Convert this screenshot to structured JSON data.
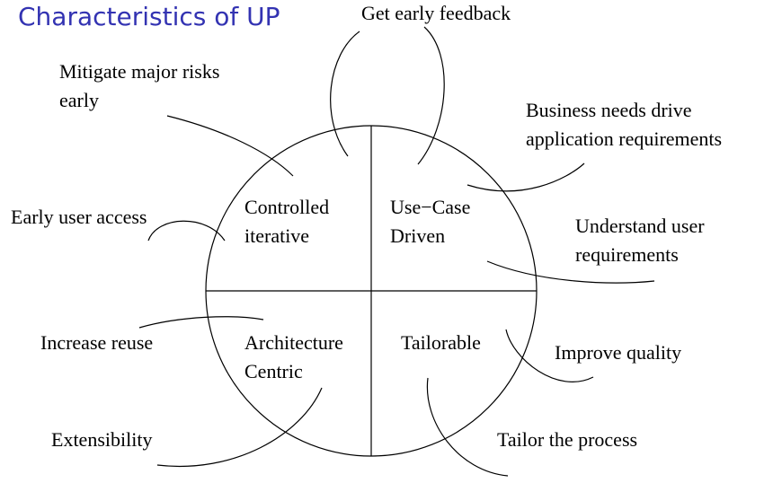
{
  "title": "Characteristics of UP",
  "colors": {
    "title": "#3333b2",
    "lines": "#000000"
  },
  "quadrants": {
    "top_left": {
      "line1": "Controlled",
      "line2": "iterative"
    },
    "top_right": {
      "line1": "Use−Case",
      "line2": "Driven"
    },
    "bottom_left": {
      "line1": "Architecture",
      "line2": "Centric"
    },
    "bottom_right": {
      "line1": "Tailorable"
    }
  },
  "callouts": {
    "get_early_feedback": {
      "line1": "Get early feedback"
    },
    "mitigate_risks": {
      "line1": "Mitigate major risks",
      "line2": "early"
    },
    "business_needs": {
      "line1": "Business needs drive",
      "line2": "application requirements"
    },
    "early_user_access": {
      "line1": "Early user access"
    },
    "understand_user": {
      "line1": "Understand user",
      "line2": "requirements"
    },
    "increase_reuse": {
      "line1": "Increase reuse"
    },
    "improve_quality": {
      "line1": "Improve quality"
    },
    "extensibility": {
      "line1": "Extensibility"
    },
    "tailor_process": {
      "line1": "Tailor the process"
    }
  }
}
